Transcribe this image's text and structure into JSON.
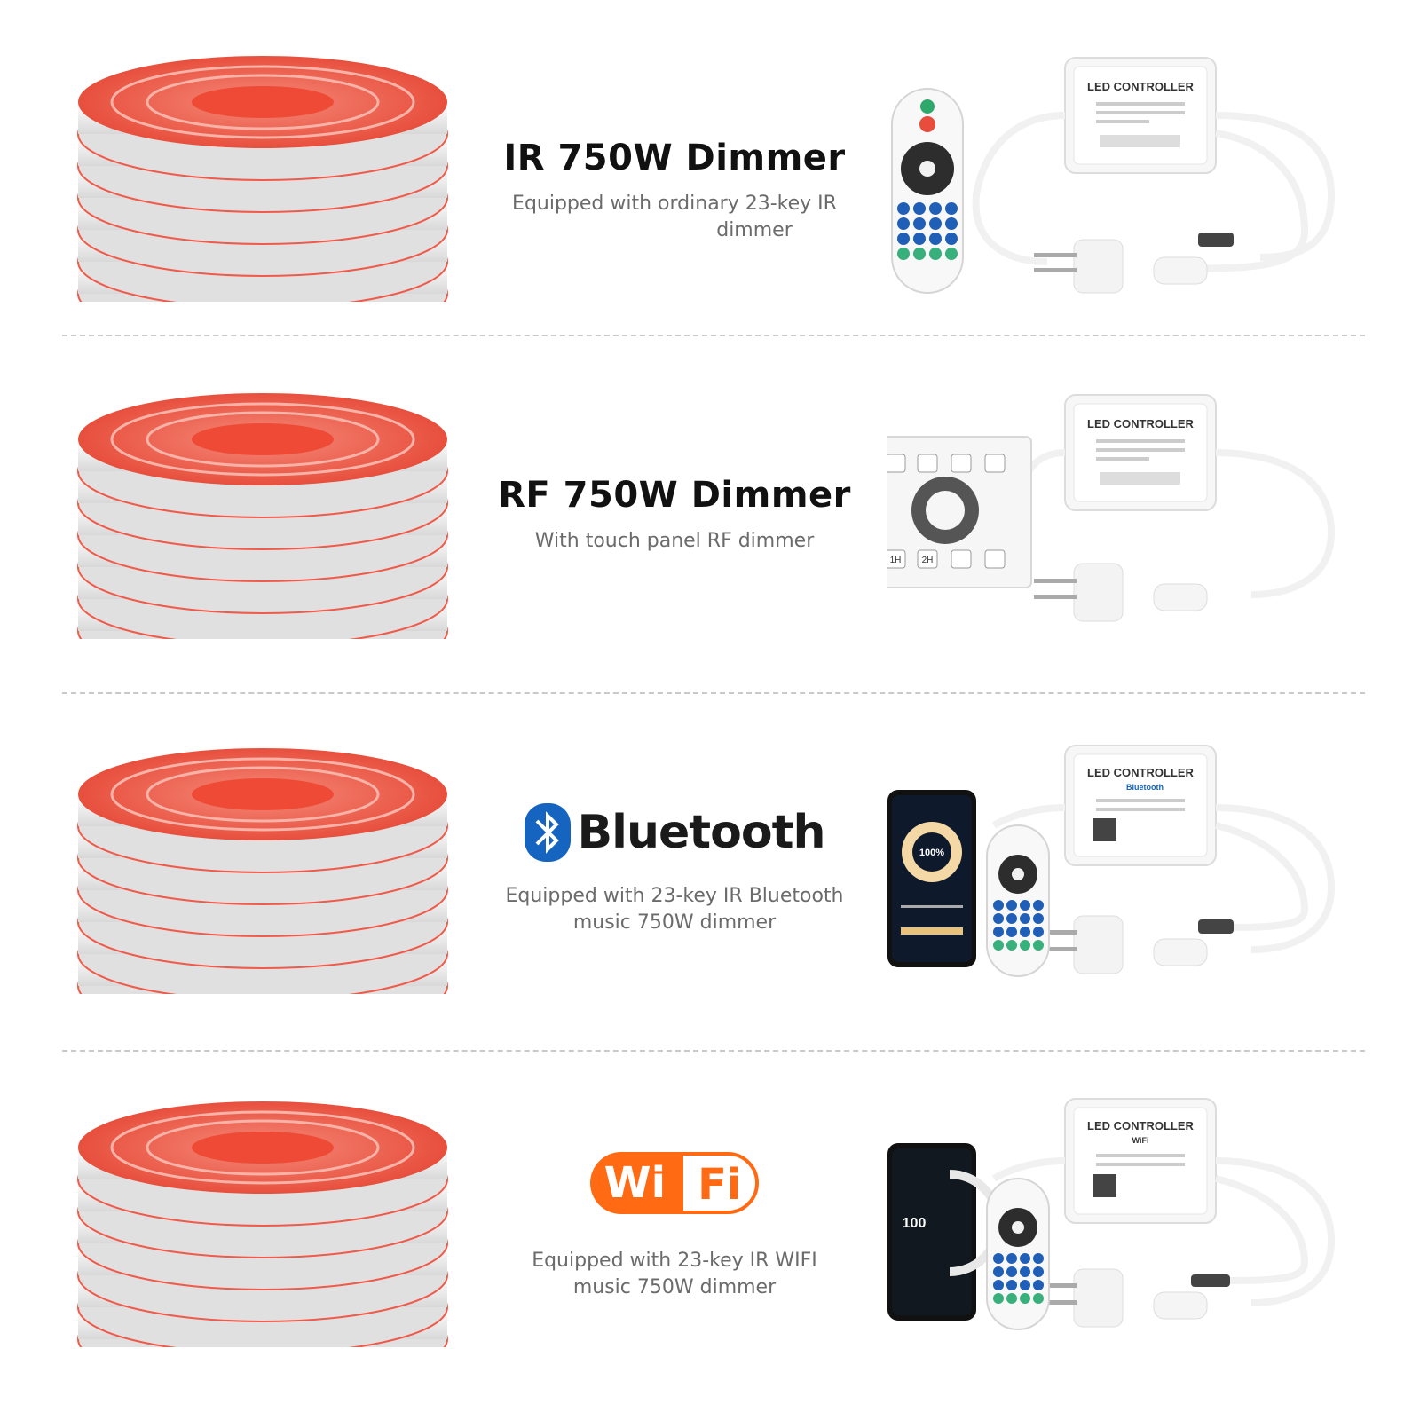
{
  "sections": [
    {
      "title": "IR 750W Dimmer",
      "desc_lines": [
        "Equipped with ordinary 23-key IR",
        "dimmer"
      ],
      "controller": {
        "label": "LED CONTROLLER",
        "logo": ""
      },
      "remote_type": "ir-remote"
    },
    {
      "title": "RF 750W Dimmer",
      "desc_lines": [
        "With touch panel RF dimmer"
      ],
      "controller": {
        "label": "LED CONTROLLER",
        "logo": ""
      },
      "remote_type": "touch-panel",
      "panel_keys": [
        "1H",
        "2H"
      ]
    },
    {
      "title_logo": "Bluetooth",
      "desc_lines": [
        "Equipped with 23-key IR Bluetooth",
        "music 750W dimmer"
      ],
      "controller": {
        "label": "LED CONTROLLER",
        "logo": "Bluetooth"
      },
      "remote_type": "phone-and-remote",
      "phone_value": "100%"
    },
    {
      "title_logo_left": "Wi",
      "title_logo_right": "Fi",
      "desc_lines": [
        "Equipped with 23-key IR WIFI",
        "music 750W dimmer"
      ],
      "controller": {
        "label": "LED CONTROLLER",
        "logo": "WiFi"
      },
      "remote_type": "phone-and-remote",
      "phone_value": "100"
    }
  ],
  "colors": {
    "reel_red": "#f05a4a",
    "reel_white": "#f3f3f3",
    "accent_orange": "#ff6a13",
    "bt_blue": "#1565c0",
    "text_gray": "#6b6b6b"
  }
}
